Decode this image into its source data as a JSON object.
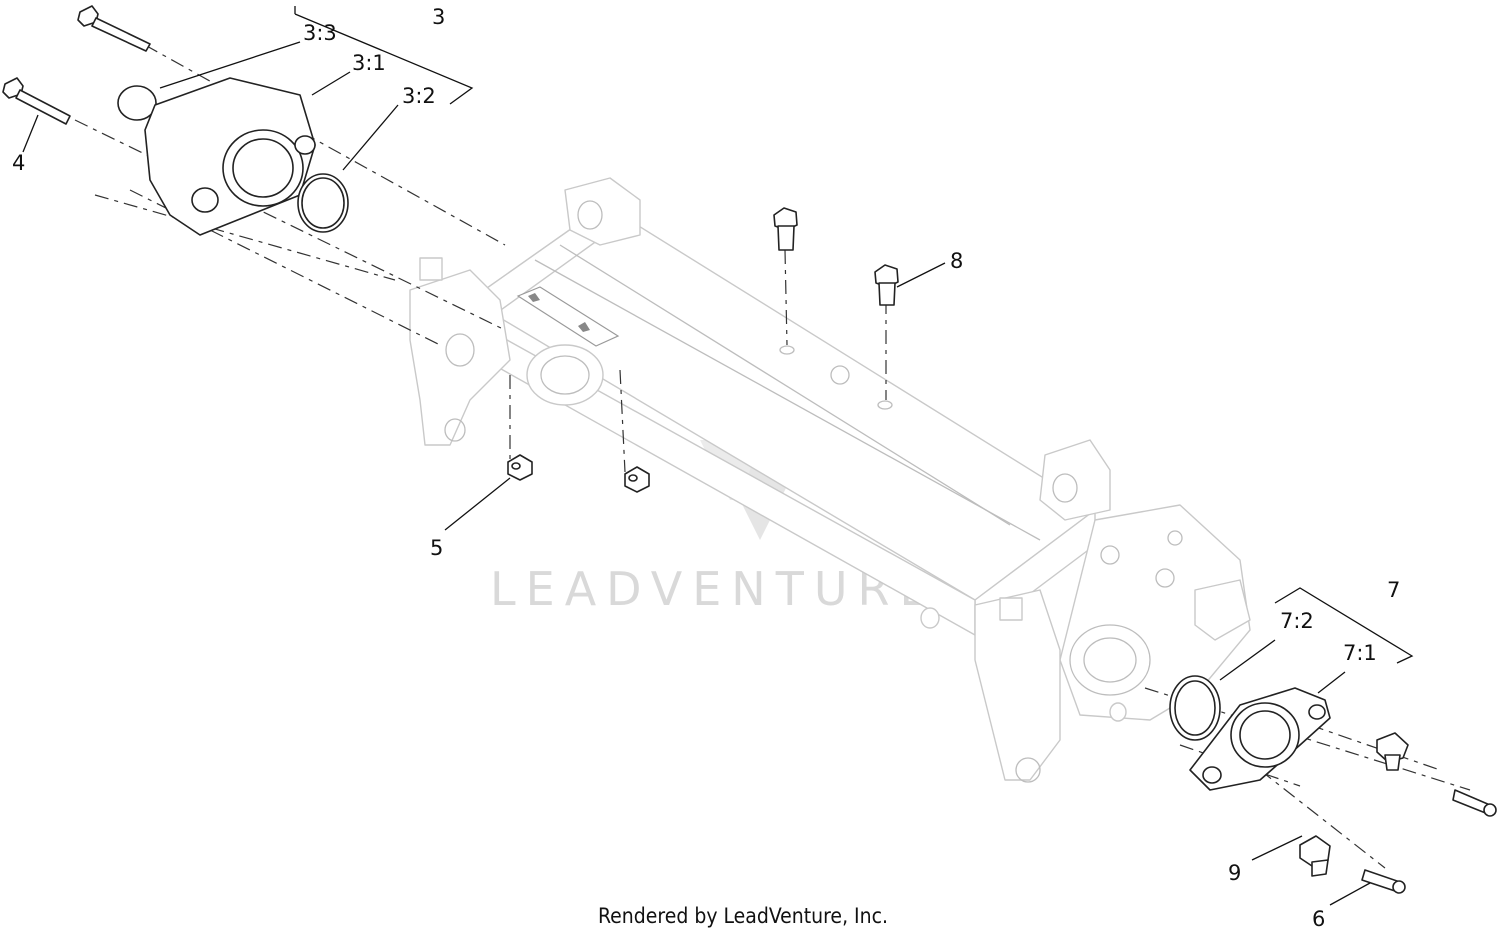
{
  "callouts": {
    "c3_3": "3:3",
    "c3": "3",
    "c3_1": "3:1",
    "c3_2": "3:2",
    "c4": "4",
    "c8": "8",
    "c5": "5",
    "c7": "7",
    "c7_2": "7:2",
    "c7_1": "7:1",
    "c9": "9",
    "c6": "6"
  },
  "watermark": "LEADVENTURE",
  "footer": "Rendered by LeadVenture, Inc."
}
